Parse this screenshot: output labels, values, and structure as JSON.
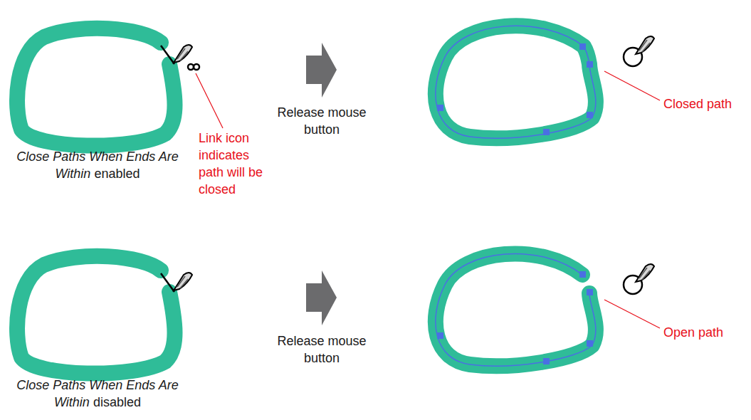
{
  "diagram": {
    "labels": [
      "Close Paths When Ends Are Within",
      "enabled",
      "Link icon indicates path will be closed",
      "Release mouse button",
      "Closed path",
      "Close Paths When Ends Are Within",
      "disabled",
      "Release mouse button",
      "Open path"
    ]
  }
}
